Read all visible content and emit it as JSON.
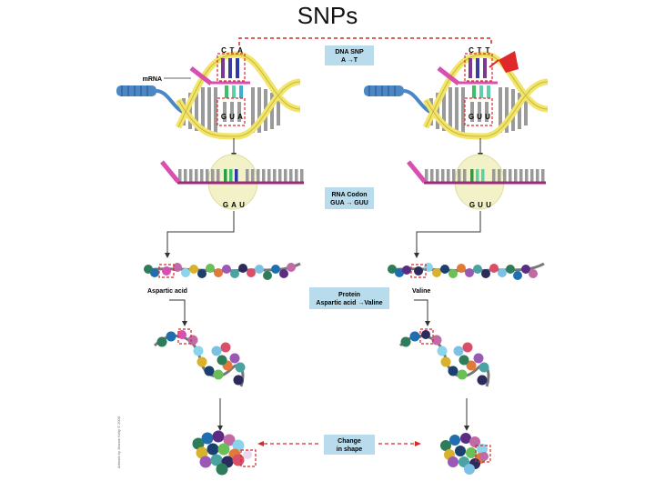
{
  "slide": {
    "title": "SNPs"
  },
  "left": {
    "dna_top_letters": [
      "C",
      "T",
      "A"
    ],
    "dna_bottom_letters": [
      "G",
      "U",
      "A"
    ],
    "mrna_label": "mRNA",
    "codon_letters": [
      "G",
      "A",
      "U"
    ],
    "amino_acid": "Aspartic acid"
  },
  "right": {
    "dna_top_letters": [
      "C",
      "T",
      "T"
    ],
    "dna_bottom_letters": [
      "G",
      "U",
      "U"
    ],
    "codon_letters": [
      "G",
      "U",
      "U"
    ],
    "amino_acid": "Valine"
  },
  "callouts": {
    "dna_snp": {
      "line1": "DNA SNP",
      "line2": "A →T"
    },
    "rna_codon": {
      "line1": "RNA Codon",
      "line2": "GUA → GUU"
    },
    "protein": {
      "line1": "Protein",
      "line2": "Aspartic acid →Valine"
    },
    "shape": {
      "line1": "Change",
      "line2": "in shape"
    }
  },
  "credit": "Artwork by Jeanne Kelly © 2000",
  "colors": {
    "dna_backbone": "#f2e56b",
    "helix_blue": "#4d86c4",
    "rna_pink": "#d94fb0",
    "dashed_red": "#d62a2a",
    "callout_bg": "#b9dcec",
    "bubble": "#f3f1c7",
    "rung_gray": "#9a9a9a",
    "arrow": "#333333"
  }
}
